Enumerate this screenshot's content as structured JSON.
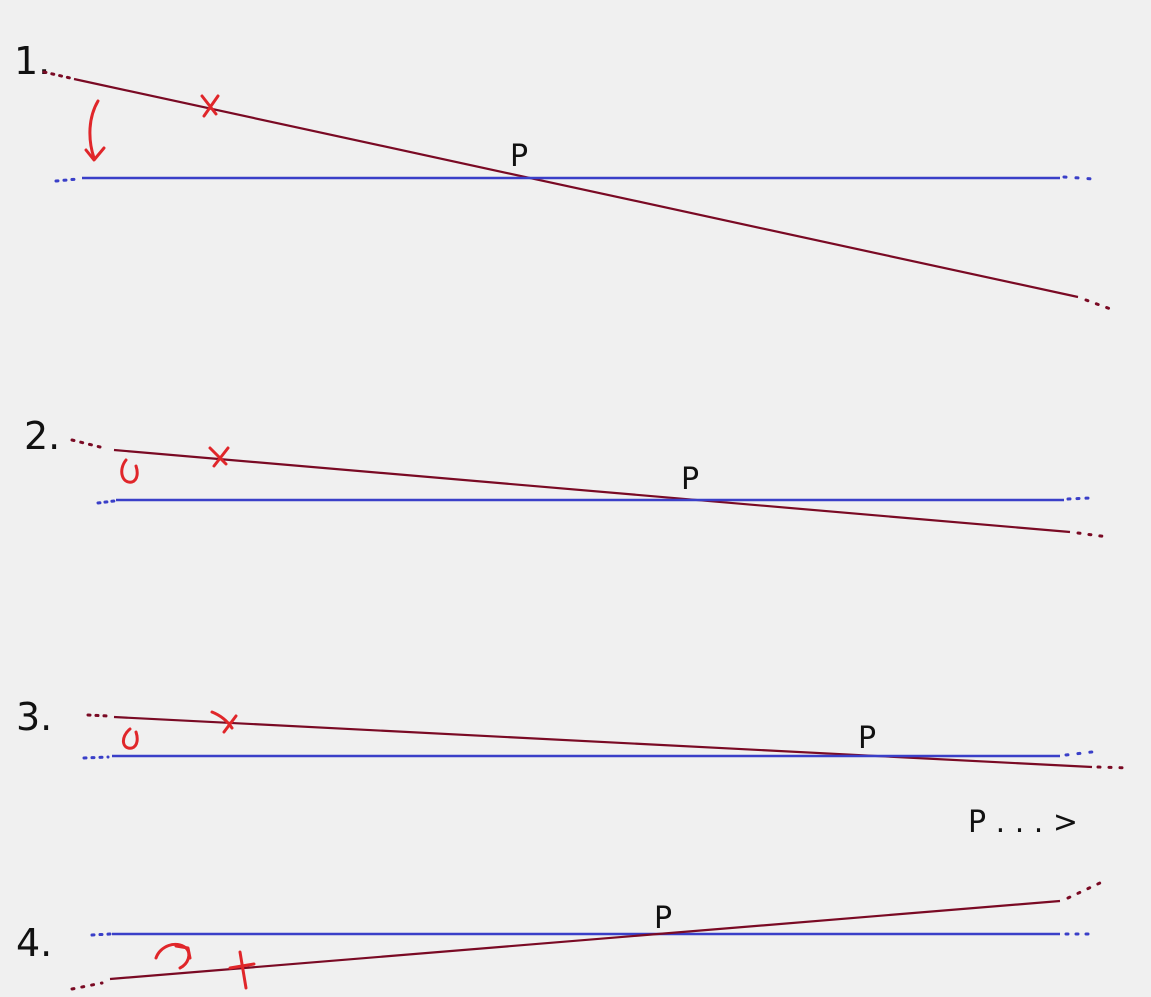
{
  "colors": {
    "background": "#f0f0f0",
    "blue_line": "#3a3fc8",
    "maroon_line": "#7a0a24",
    "red_mark": "#e0262a",
    "ink": "#111111"
  },
  "diagram": {
    "panels": [
      {
        "number": "1.",
        "point_label": "P"
      },
      {
        "number": "2.",
        "point_label": "P"
      },
      {
        "number": "3.",
        "point_label": "P"
      },
      {
        "number": "4.",
        "point_label": "P"
      }
    ],
    "note": "P . . . >"
  }
}
